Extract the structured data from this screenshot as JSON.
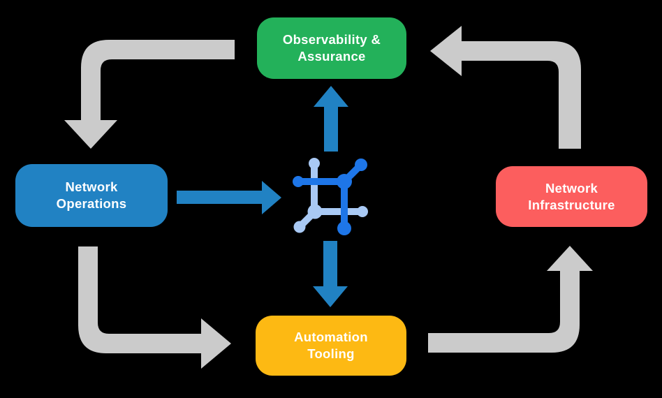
{
  "colors": {
    "background": "#000000",
    "arrow_gray": "#cbcbcb",
    "arrow_blue": "#2182c3",
    "icon_dark": "#1e76e8",
    "icon_light": "#a9c9f4",
    "label_text": "#ffffff"
  },
  "nodes": {
    "observability": {
      "line1": "Observability &",
      "line2": "Assurance",
      "color": "#23b15a"
    },
    "operations": {
      "line1": "Network",
      "line2": "Operations",
      "color": "#2182c3"
    },
    "infrastructure": {
      "line1": "Network",
      "line2": "Infrastructure",
      "color": "#fc5e5e"
    },
    "automation": {
      "line1": "Automation",
      "line2": "Tooling",
      "color": "#fdb913"
    }
  },
  "icons": {
    "center": "network-automation-icon"
  },
  "flows": [
    {
      "from": "Observability & Assurance",
      "to": "Network Operations",
      "style": "gray"
    },
    {
      "from": "Network Operations",
      "to": "Automation Tooling",
      "style": "gray"
    },
    {
      "from": "Automation Tooling",
      "to": "Network Infrastructure",
      "style": "gray"
    },
    {
      "from": "Network Infrastructure",
      "to": "Observability & Assurance",
      "style": "gray"
    },
    {
      "from": "Network Operations",
      "to": "network-automation-icon",
      "style": "blue"
    },
    {
      "from": "network-automation-icon",
      "to": "Observability & Assurance",
      "style": "blue"
    },
    {
      "from": "network-automation-icon",
      "to": "Automation Tooling",
      "style": "blue"
    }
  ]
}
